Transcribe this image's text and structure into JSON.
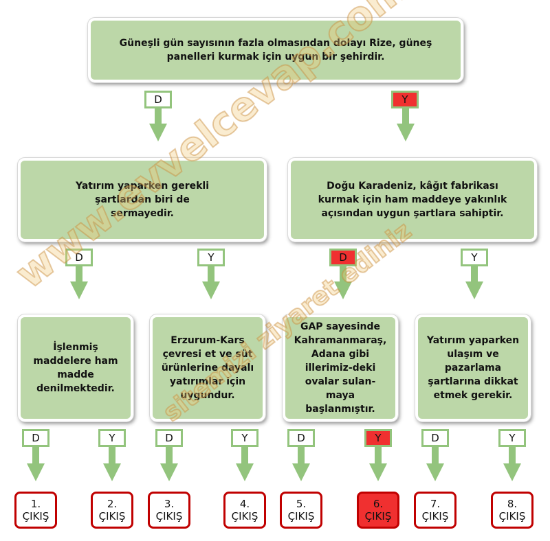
{
  "root": {
    "text": "Güneşli gün sayısının fazla olmasından dolayı Rize, güneş panelleri kurmak için uygun bir şehirdir.",
    "yes": "D",
    "no": "Y"
  },
  "level2": [
    {
      "text": "Yatırım yaparken gerekli şartlardan biri de sermayedir.",
      "yes": "D",
      "no": "Y"
    },
    {
      "text": "Doğu Karadeniz, kâğıt fabrikası kurmak için ham maddeye yakınlık açısından uygun şartlara sahiptir.",
      "yes": "D",
      "no": "Y"
    }
  ],
  "level3": [
    {
      "text": "İşlenmiş maddelere ham madde denilmektedir.",
      "yes": "D",
      "no": "Y"
    },
    {
      "text": "Erzurum-Kars çevresi et ve süt ürünlerine dayalı yatırımlar için uygundur.",
      "yes": "D",
      "no": "Y"
    },
    {
      "text": "GAP sayesinde Kahramanmaraş, Adana gibi illerimiz-deki ovalar sulan-maya başlanmıştır.",
      "yes": "D",
      "no": "Y"
    },
    {
      "text": "Yatırım yaparken ulaşım ve pazarlama şartlarına dikkat etmek gerekir.",
      "yes": "D",
      "no": "Y"
    }
  ],
  "exits": [
    {
      "num": "1.",
      "label": "ÇIKIŞ"
    },
    {
      "num": "2.",
      "label": "ÇIKIŞ"
    },
    {
      "num": "3.",
      "label": "ÇIKIŞ"
    },
    {
      "num": "4.",
      "label": "ÇIKIŞ"
    },
    {
      "num": "5.",
      "label": "ÇIKIŞ"
    },
    {
      "num": "6.",
      "label": "ÇIKIŞ"
    },
    {
      "num": "7.",
      "label": "ÇIKIŞ"
    },
    {
      "num": "8.",
      "label": "ÇIKIŞ"
    }
  ],
  "correct_exit": "6",
  "watermark": [
    "www.evvelcevap.com",
    "sitemizi ziyaret ediniz"
  ],
  "colors": {
    "box": "#bcd7a8",
    "arrow": "#93c47d",
    "highlight": "#f03030",
    "exit_border": "#c00000"
  }
}
